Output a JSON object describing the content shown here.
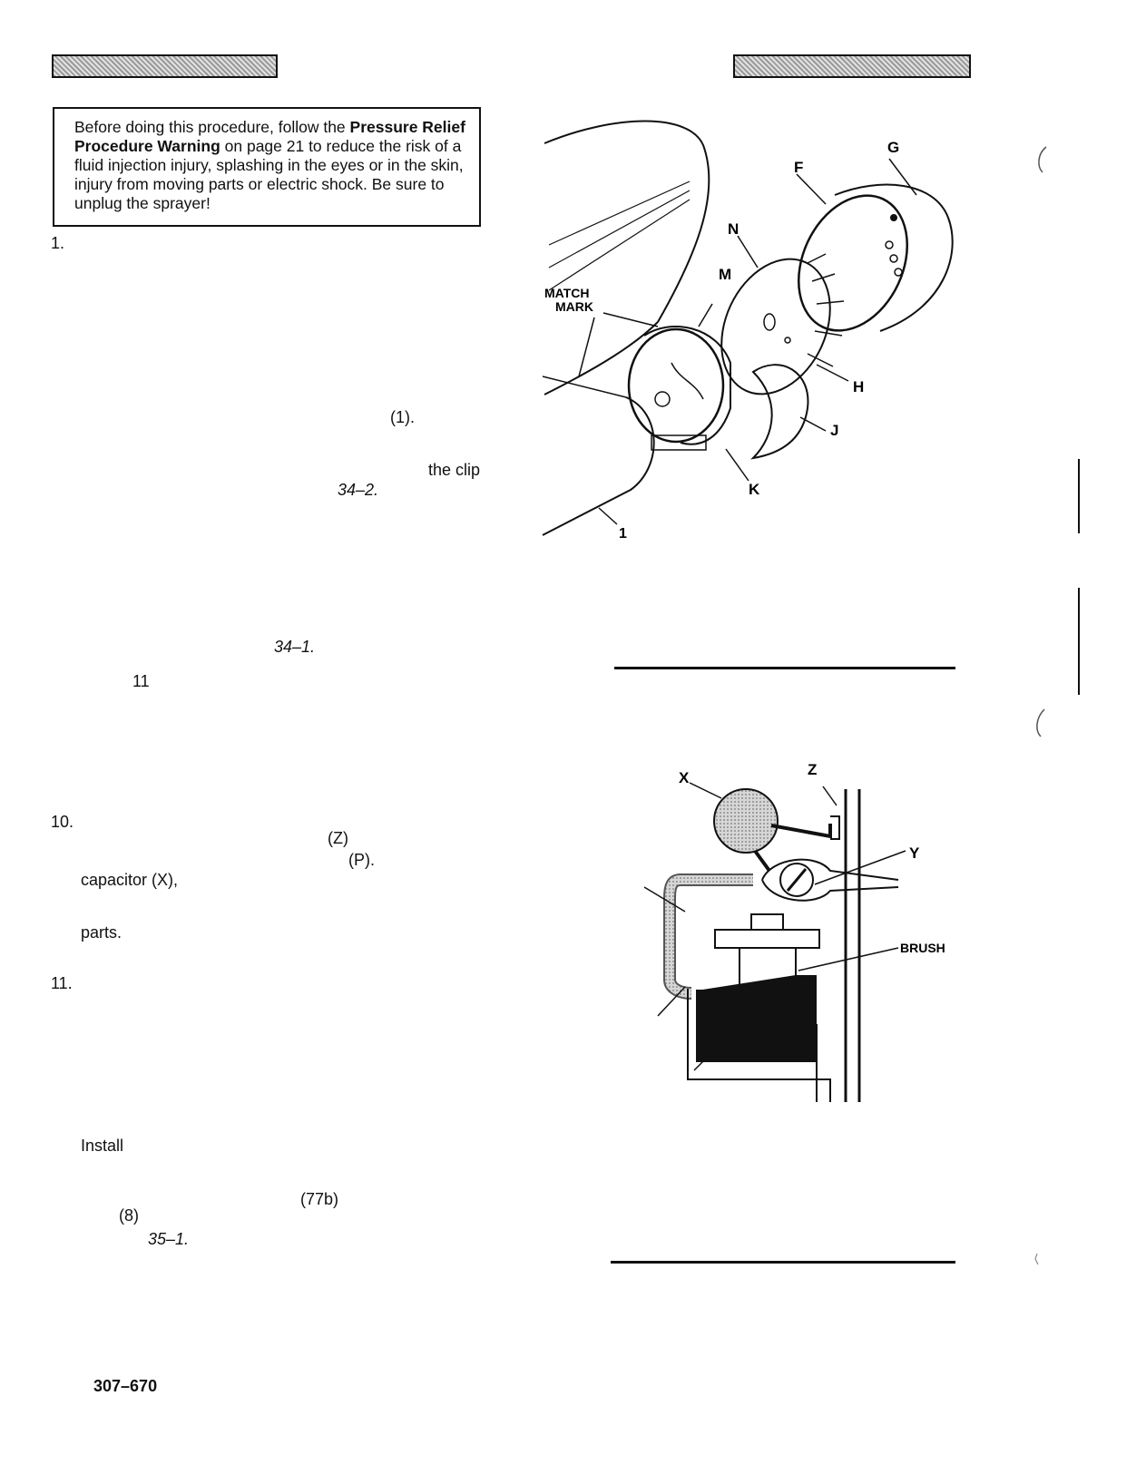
{
  "warning": {
    "text_before": "Before doing this procedure, follow the ",
    "bold": "Pressure Relief Procedure Warning",
    "text_after": " on page 21 to reduce the risk of a fluid injection injury, splashing in the eyes or in the skin, injury from moving parts or electric shock. Be sure to unplug the sprayer!"
  },
  "fragments": {
    "step_1": "1.",
    "ref_1": "(1).",
    "the_clip": "the clip",
    "fig_34_2": "34–2.",
    "fig_34_1": "34–1.",
    "ref_11": "11",
    "step_10": "10.",
    "ref_z": "(Z)",
    "ref_p": "(P).",
    "capacitor_x": "capacitor (X),",
    "parts": "parts.",
    "step_11": "11.",
    "install": "Install",
    "ref_77b": "(77b)",
    "ref_8": "(8)",
    "fig_35_1": "35–1."
  },
  "footer": {
    "doc_number": "307–670"
  },
  "figure1": {
    "labels": {
      "g": "G",
      "f": "F",
      "n": "N",
      "m": "M",
      "match_mark_1": "MATCH",
      "match_mark_2": "MARK",
      "h": "H",
      "j": "J",
      "k": "K",
      "one": "1"
    }
  },
  "figure2": {
    "labels": {
      "x": "X",
      "z": "Z",
      "y": "Y",
      "brush": "BRUSH"
    }
  }
}
